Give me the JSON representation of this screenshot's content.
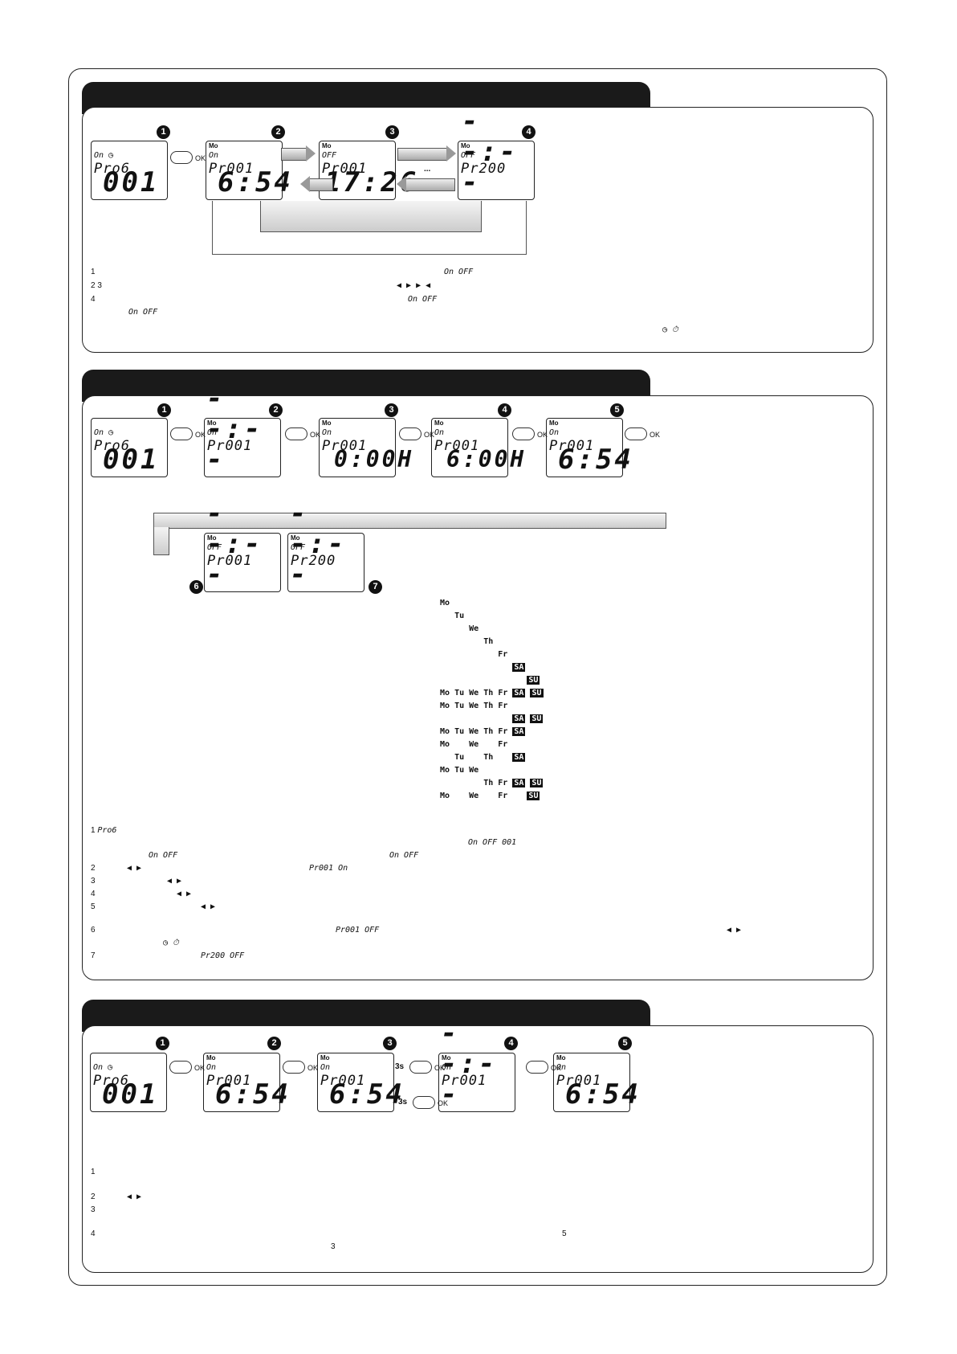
{
  "numbers": [
    "1",
    "2",
    "3",
    "4",
    "5",
    "6",
    "7"
  ],
  "ok": "OK",
  "s1": {
    "lcd1": {
      "status": "On  ◷",
      "prog": "Pro6",
      "big": "001"
    },
    "lcd2": {
      "day": "Mo",
      "status": "On",
      "prog": "Pr001",
      "big": "6:54"
    },
    "lcd3": {
      "day": "Mo",
      "status": "OFF",
      "prog": "Pr001",
      "big": "17:26"
    },
    "lcd4": {
      "day": "Mo",
      "status": "OFF",
      "prog": "Pr200",
      "big": "--:--"
    },
    "ellipsis": "...",
    "legend": {
      "r1": "On  OFF",
      "r2": "◀ ▶     ▶                              ◀",
      "r3": "On  OFF",
      "r4": "On  OFF",
      "r5": "◷  ⏱"
    }
  },
  "s2": {
    "lcd1": {
      "status": "On  ◷",
      "prog": "Pro6",
      "big": "001"
    },
    "lcd2": {
      "day": "Mo",
      "status": "On",
      "prog": "Pr001",
      "big": "--:--"
    },
    "lcd3": {
      "day": "Mo",
      "status": "On",
      "prog": "Pr001",
      "big": "0:00H"
    },
    "lcd4": {
      "day": "Mo",
      "status": "On",
      "prog": "Pr001",
      "big": "6:00H"
    },
    "lcd5": {
      "day": "Mo",
      "status": "On",
      "prog": "Pr001",
      "big": "6:54"
    },
    "lcd6": {
      "day": "Mo",
      "status": "OFF",
      "prog": "Pr001",
      "big": "--:--"
    },
    "lcd7": {
      "day": "Mo",
      "status": "OFF",
      "prog": "Pr200",
      "big": "--:--"
    },
    "days": [
      "Mo",
      "   Tu",
      "      We",
      "         Th",
      "            Fr",
      "               SA",
      "                  SU",
      "Mo Tu We Th Fr SA SU",
      "Mo Tu We Th Fr",
      "               SA SU",
      "Mo Tu We Th Fr SA",
      "Mo    We    Fr",
      "   Tu    Th    SA",
      "Mo Tu We",
      "         Th Fr SA SU",
      "Mo    We    Fr    SU"
    ],
    "legend": {
      "r1": "Pro6",
      "r1b": "On  OFF     001",
      "r1c": "On  OFF",
      "r1d": "On  OFF",
      "r2": "◀ ▶",
      "r2b": "Pr001 On",
      "r3": "◀ ▶",
      "r4": "◀ ▶",
      "r5": "◀ ▶",
      "r6": "Pr001 OFF",
      "r6b": "◀ ▶",
      "r6c": "◷  ⏱",
      "r7": "Pr200 OFF"
    }
  },
  "s3": {
    "lcd1": {
      "status": "On  ◷",
      "prog": "Pro6",
      "big": "001"
    },
    "lcd2": {
      "day": "Mo",
      "status": "On",
      "prog": "Pr001",
      "big": "6:54"
    },
    "lcd3": {
      "day": "Mo",
      "status": "On",
      "prog": "Pr001",
      "big": "6:54"
    },
    "lcd4": {
      "day": "Mo",
      "status": "On",
      "prog": "Pr001",
      "big": "--:--"
    },
    "lcd5": {
      "day": "Mo",
      "status": "On",
      "prog": "Pr001",
      "big": "6:54"
    },
    "hold": "3s",
    "legend": {
      "r2": "◀ ▶"
    }
  }
}
